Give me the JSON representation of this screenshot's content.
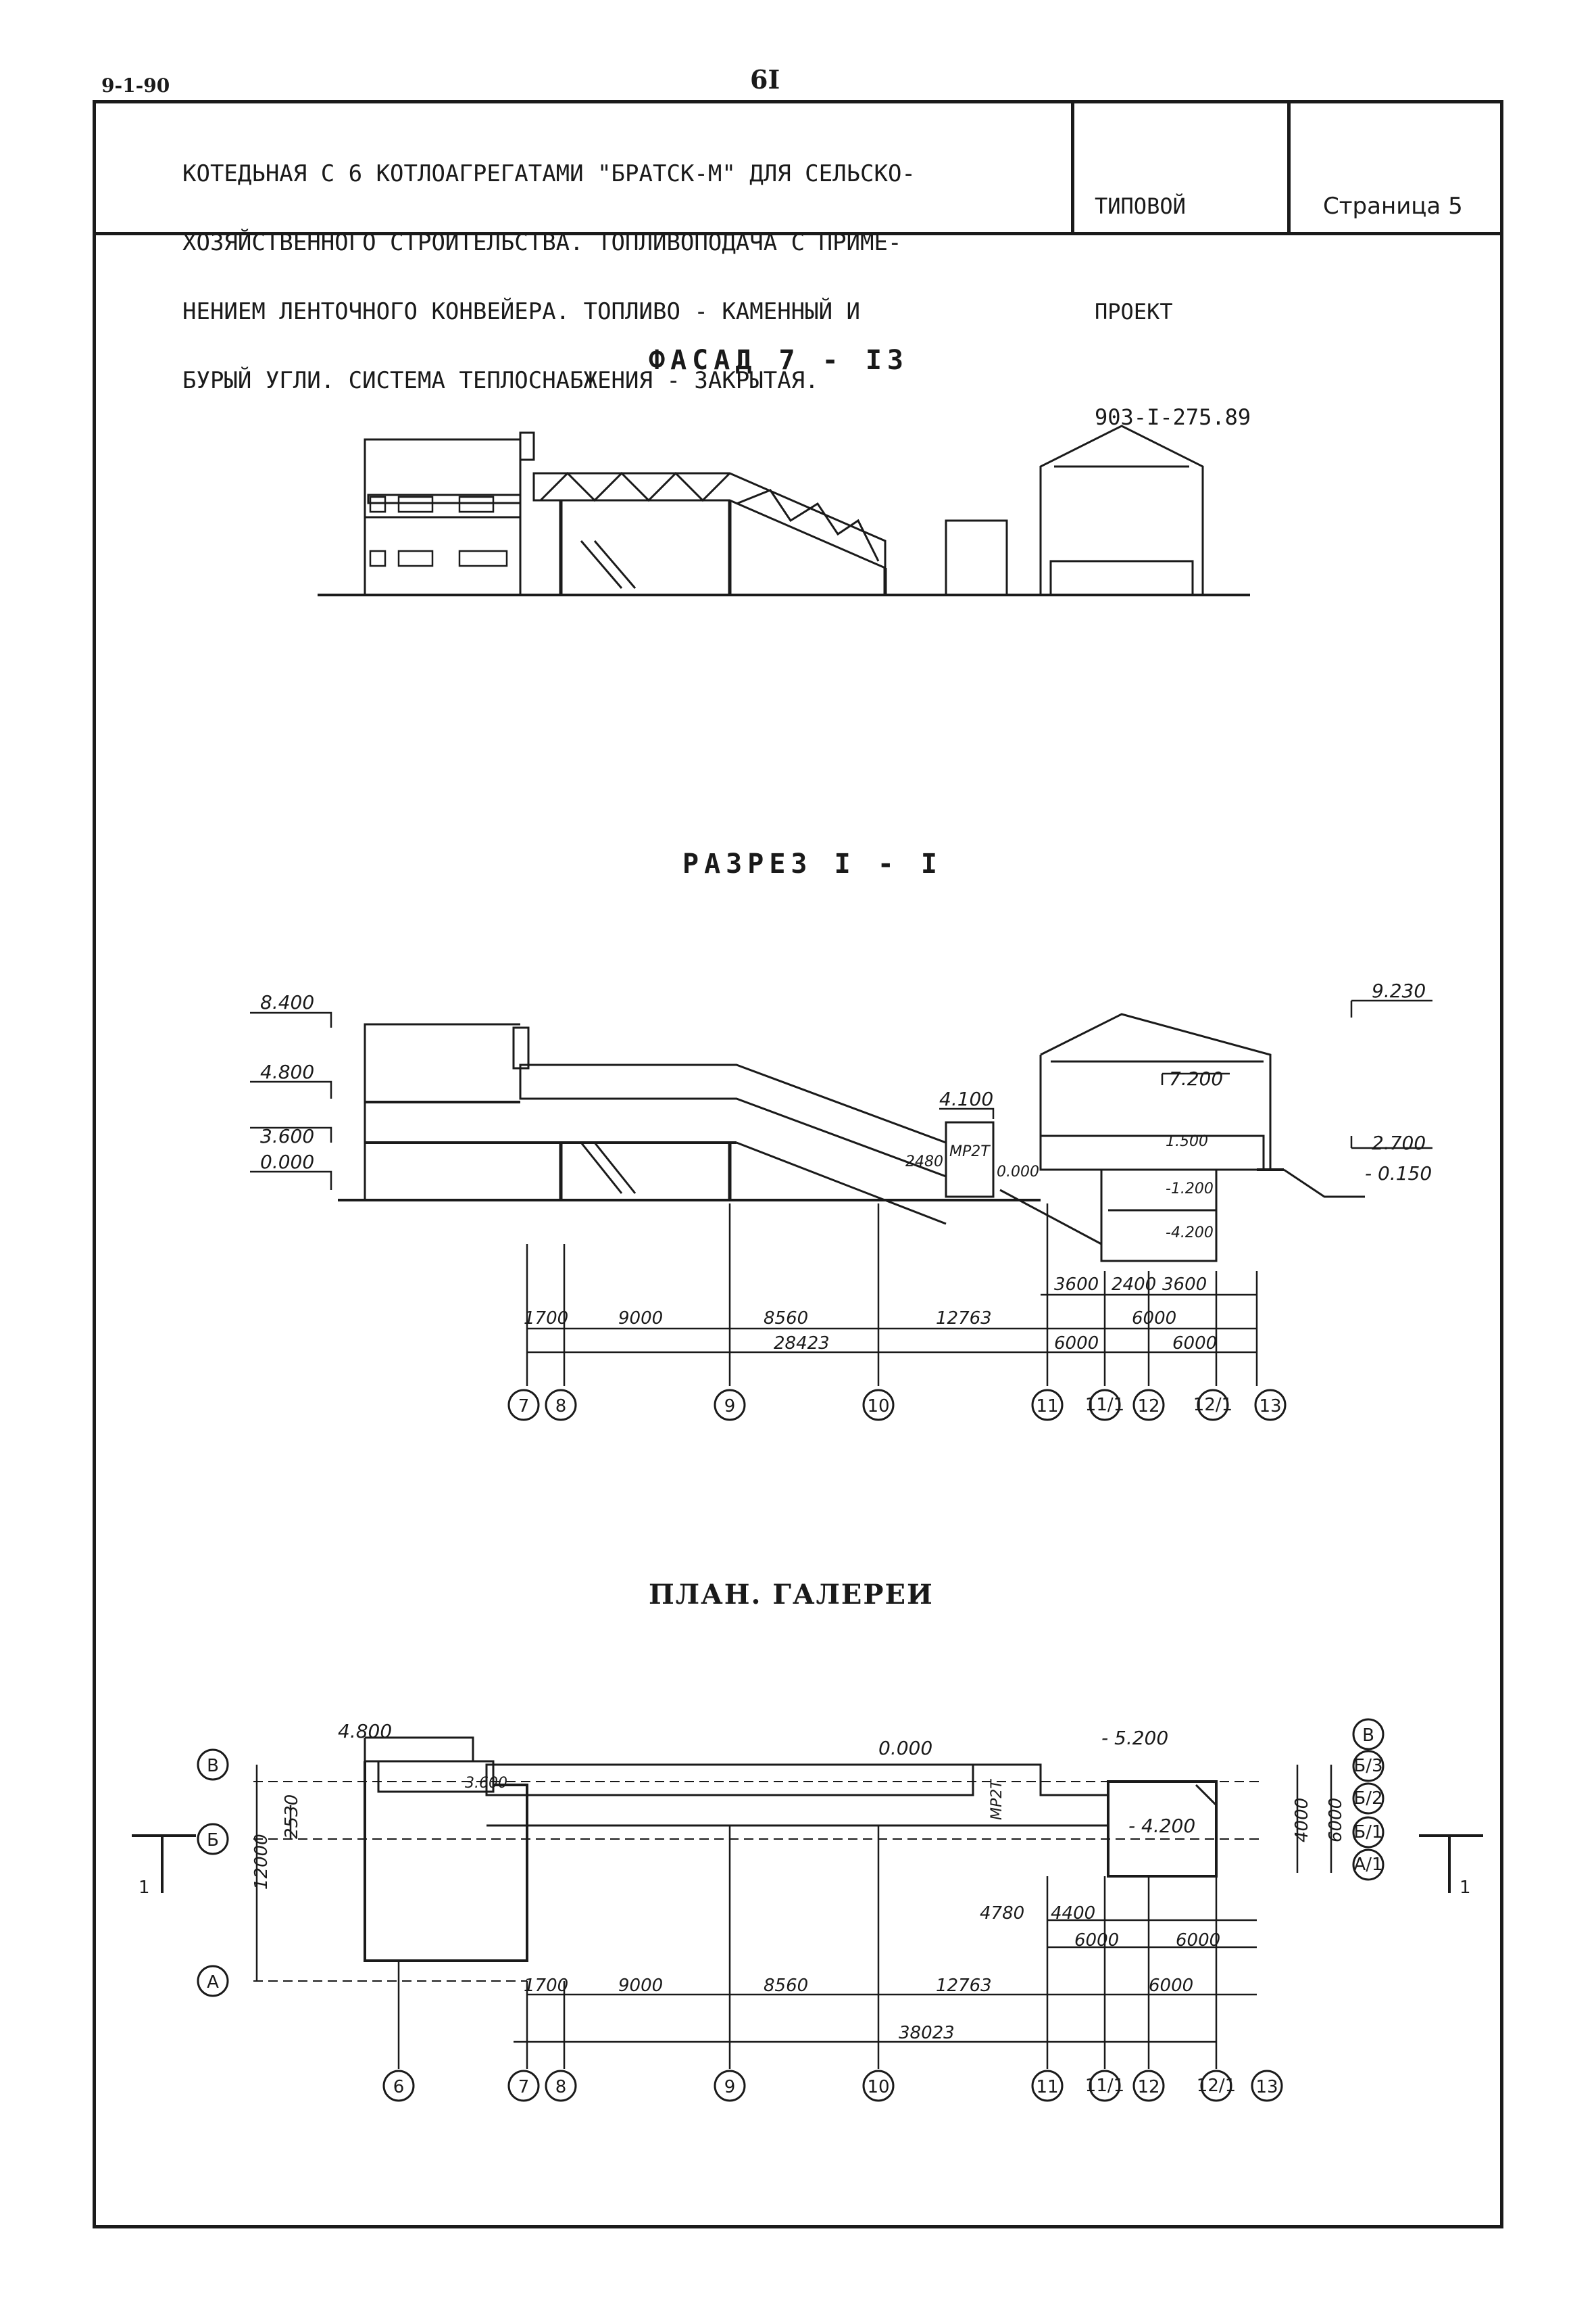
{
  "sheet": {
    "code": "9-1-90",
    "page_number": "6I",
    "title_lines": [
      "КОТЕДЬНАЯ С 6 КОТЛОАГРЕГАТАМИ \"БРАТСК-М\" ДЛЯ СЕЛЬСКО-",
      "ХОЗЯЙСТВЕННОГО СТРОИТЕЛЬСТВА. ТОПЛИВОПОДАЧА С ПРИМЕ-",
      "НЕНИЕМ ЛЕНТОЧНОГО КОНВЕЙЕРА. ТОПЛИВО - КАМЕННЫЙ И",
      "БУРЫЙ УГЛИ. СИСТЕМА ТЕПЛОСНАБЖЕНИЯ - ЗАКРЫТАЯ."
    ],
    "project_lines": [
      "ТИПОВОЙ",
      "ПРОЕКТ",
      "903-I-275.89"
    ],
    "page_label": "Страница 5"
  },
  "facade": {
    "title": "ФАСАД 7 - I3"
  },
  "section": {
    "title": "РАЗРЕЗ I - I",
    "levels_left": [
      "8.400",
      "4.800",
      "3.600",
      "0.000"
    ],
    "levels_right": [
      "9.230",
      "2.700",
      "- 0.150"
    ],
    "levels_inner": [
      "7.200",
      "4.100",
      "1.500",
      "-1.200",
      "-4.200",
      "0.000"
    ],
    "notes": [
      "МР2Т",
      "2480"
    ],
    "dims_top": [
      "3600",
      "2400",
      "3600"
    ],
    "dims_row1": [
      "1700",
      "9000",
      "8560",
      "12763",
      "6000"
    ],
    "dims_row2": [
      "28423",
      "6000",
      "6000"
    ],
    "axes": [
      "7",
      "8",
      "9",
      "10",
      "11",
      "11/1",
      "12",
      "12/1",
      "13"
    ]
  },
  "plan": {
    "title": "ПЛАН. ГАЛЕРЕИ",
    "levels": [
      "4.800",
      "3.600",
      "0.000",
      "- 5.200",
      "- 4.200"
    ],
    "note": "МР2Т",
    "rows_left": [
      "В",
      "Б",
      "А"
    ],
    "rows_right": [
      "В",
      "Б/3",
      "Б/2",
      "Б/1",
      "А/1"
    ],
    "dims_vertical": [
      "12000",
      "2530",
      "4000",
      "6000"
    ],
    "dims_top": [
      "4780",
      "4400",
      "6000",
      "6000"
    ],
    "dims_row1": [
      "1700",
      "9000",
      "8560",
      "12763",
      "6000"
    ],
    "dims_total": "38023",
    "axes": [
      "6",
      "7",
      "8",
      "9",
      "10",
      "11",
      "11/1",
      "12",
      "12/1",
      "13"
    ],
    "section_mark": "1"
  }
}
